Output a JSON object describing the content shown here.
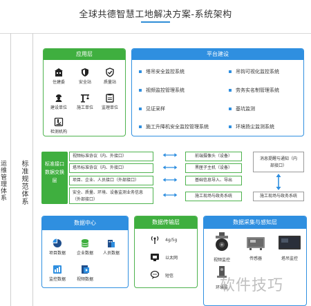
{
  "title": "全球共德智慧工地解决方案-系统架构",
  "left_labels": {
    "outer": "运维管理体系",
    "inner": "标准规范体系"
  },
  "app_layer": {
    "title": "应用层",
    "items": [
      {
        "label": "住建委",
        "icon": "building-icon"
      },
      {
        "label": "安全站",
        "icon": "shield-icon"
      },
      {
        "label": "质量站",
        "icon": "check-shield-icon"
      },
      {
        "label": "建设单位",
        "icon": "user-helmet-icon"
      },
      {
        "label": "施工单位",
        "icon": "crane-icon"
      },
      {
        "label": "监理单位",
        "icon": "clipboard-icon"
      },
      {
        "label": "检测机构",
        "icon": "microscope-icon"
      }
    ]
  },
  "platform": {
    "title": "平台建设",
    "items": [
      "塔吊安全监控系统",
      "吊钩可视化监控系统",
      "视频监控管理系统",
      "劳务实名制管理系统",
      "见证采样",
      "基坑监测",
      "施工升降机安全监控管理系统",
      "环境扬尘监测系统"
    ]
  },
  "interface": {
    "hub": "标准接口数据交换层",
    "protocols": [
      "视频标准协议（内、外接口）",
      "塔吊标准协议（内、外接口）",
      "项目、企业、人员接口（外部接口）",
      "安全、质量、环境、设备监测业务信息（外部接口）"
    ],
    "peers": [
      "前端摄像头（设备）",
      "黑匣子主机（设备）",
      "基础信息导入、导出",
      "施工现场与政务系统"
    ],
    "notice": "消息提醒与通知（内部接口）",
    "gov": "施工现场与政务系统"
  },
  "data_center": {
    "title": "数据中心",
    "items": [
      {
        "label": "项目数据",
        "icon": "pie-chart-icon"
      },
      {
        "label": "企业数据",
        "icon": "database-icon"
      },
      {
        "label": "人员数据",
        "icon": "people-icon"
      },
      {
        "label": "监控数据",
        "icon": "monitor-chart-icon"
      },
      {
        "label": "视频数据",
        "icon": "video-file-icon"
      }
    ]
  },
  "transport": {
    "title": "数据传输层",
    "items": [
      {
        "label": "4g/5g",
        "icon": "antenna-icon"
      },
      {
        "label": "以太网",
        "icon": "ethernet-icon"
      },
      {
        "label": "短信",
        "icon": "chat-icon"
      }
    ]
  },
  "collect": {
    "title": "数据采集与感知层",
    "items": [
      {
        "label": "视频监控",
        "icon": "dome-camera-icon"
      },
      {
        "label": "传感器",
        "icon": "sensor-box-icon"
      },
      {
        "label": "塔吊监控",
        "icon": "display-panel-icon"
      },
      {
        "label": "环境监",
        "icon": "environment-device-icon"
      }
    ]
  },
  "watermark": "软件技巧"
}
